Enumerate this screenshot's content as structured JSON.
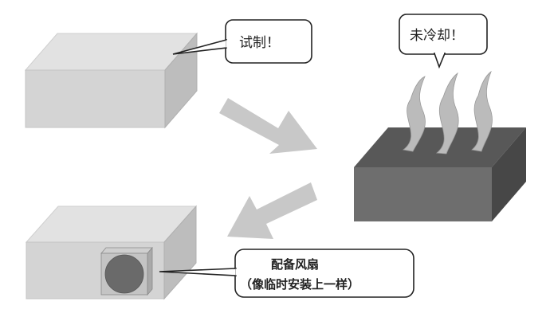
{
  "callouts": {
    "trial": "试制！",
    "uncooled": "未冷却！",
    "fan_line1": "配备风扇",
    "fan_line2": "（像临时安装上一样）"
  },
  "colors": {
    "light_box_front": "#d4d4d4",
    "light_box_top": "#e2e2e2",
    "light_box_side": "#bdbdbd",
    "dark_box_front": "#6e6e6e",
    "dark_box_top": "#585858",
    "dark_box_side": "#474747",
    "arrow": "#c8c8c8",
    "fan_circle": "#6a6a6a",
    "fan_frame": "#c4c4c4",
    "vapor": "#bbbbbb",
    "bubble_stroke": "#222222"
  }
}
